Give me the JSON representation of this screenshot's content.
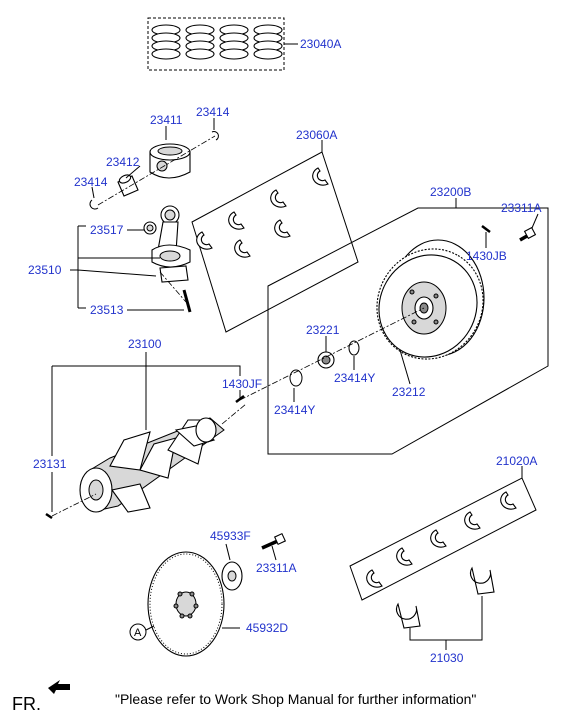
{
  "labels": {
    "piston_ring_set": "23040A",
    "piston": "23411",
    "snap_ring_top": "23414",
    "piston_pin": "23412",
    "snap_ring_left": "23414",
    "bearing_set_upper": "23060A",
    "bushing": "23517",
    "connecting_rod": "23510",
    "rod_bolt": "23513",
    "flywheel_assy": "23200B",
    "flywheel_bolt": "23311A",
    "dowel_pin_flywheel": "1430JB",
    "pilot_bearing": "23221",
    "snap_ring_bearing": "23414Y",
    "ring_gear": "23212",
    "crankshaft": "23100",
    "dowel_pin_crank": "1430JF",
    "snap_ring_crank": "23414Y",
    "crank_key": "23131",
    "bearing_set_main": "21020A",
    "thrust_bearing": "21030",
    "adapter_plate": "45933F",
    "drive_plate_bolt": "23311A",
    "drive_plate": "45932D"
  },
  "callout_circle": "A",
  "front_indicator": "FR.",
  "footer_note": "\"Please refer to Work Shop Manual for further information\""
}
